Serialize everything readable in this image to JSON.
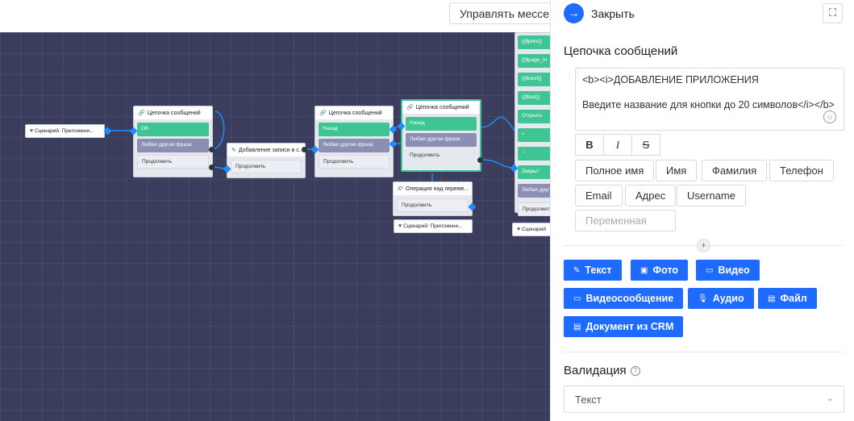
{
  "topbar": {
    "manage_label": "Управлять мессенд"
  },
  "canvas": {
    "node_start": {
      "label": "Сценарий: Приложени..."
    },
    "node1": {
      "title": "Цепочка сообщений",
      "rows": [
        "OK",
        "Любая другая фраза",
        "Продолжить"
      ]
    },
    "node2": {
      "title": "Добавление записи в с...",
      "rows": [
        "Продолжить"
      ]
    },
    "node3": {
      "title": "Цепочка сообщений",
      "rows": [
        "Назад",
        "Любая другая фраза",
        "Продолжить"
      ]
    },
    "node4": {
      "title": "Цепочка сообщений",
      "rows": [
        "Назад",
        "Любая другая фраза",
        "Продолжить"
      ]
    },
    "node5": {
      "title": "Операция над переме...",
      "rows": [
        "Продолжить"
      ]
    },
    "node6": {
      "label": "Сценарий: Приложени..."
    },
    "node7": {
      "rows": [
        "{{$prev}}",
        "{{$page_in",
        "{{$next}}",
        "{{$last}}",
        "Открыть",
        "+",
        "−",
        "Закрыт",
        "Любая друг",
        "Продолжит"
      ]
    },
    "node8": {
      "label": "Сценарий"
    }
  },
  "panel": {
    "close_label": "Закрыть",
    "title": "Цепочка сообщений",
    "editor_line1": "<b><i>ДОБАВЛЕНИЕ ПРИЛОЖЕНИЯ",
    "editor_line2": "Введите название для кнопки до 20 символов</i></b>",
    "format": {
      "bold": "B",
      "italic": "I",
      "strike": "S"
    },
    "variables": [
      "Полное имя",
      "Имя",
      "Фамилия",
      "Телефон",
      "Email",
      "Адрес",
      "Username"
    ],
    "variable_placeholder": "Переменная",
    "media_buttons": [
      "Текст",
      "Фото",
      "Видео",
      "Видеосообщение",
      "Аудио",
      "Файл",
      "Документ из CRM"
    ],
    "validation_label": "Валидация",
    "validation_value": "Текст"
  },
  "colors": {
    "accent": "#1f6bff",
    "canvas": "#3a3d5c",
    "node_green": "#3fc594",
    "node_gray": "#8a8fb3"
  }
}
